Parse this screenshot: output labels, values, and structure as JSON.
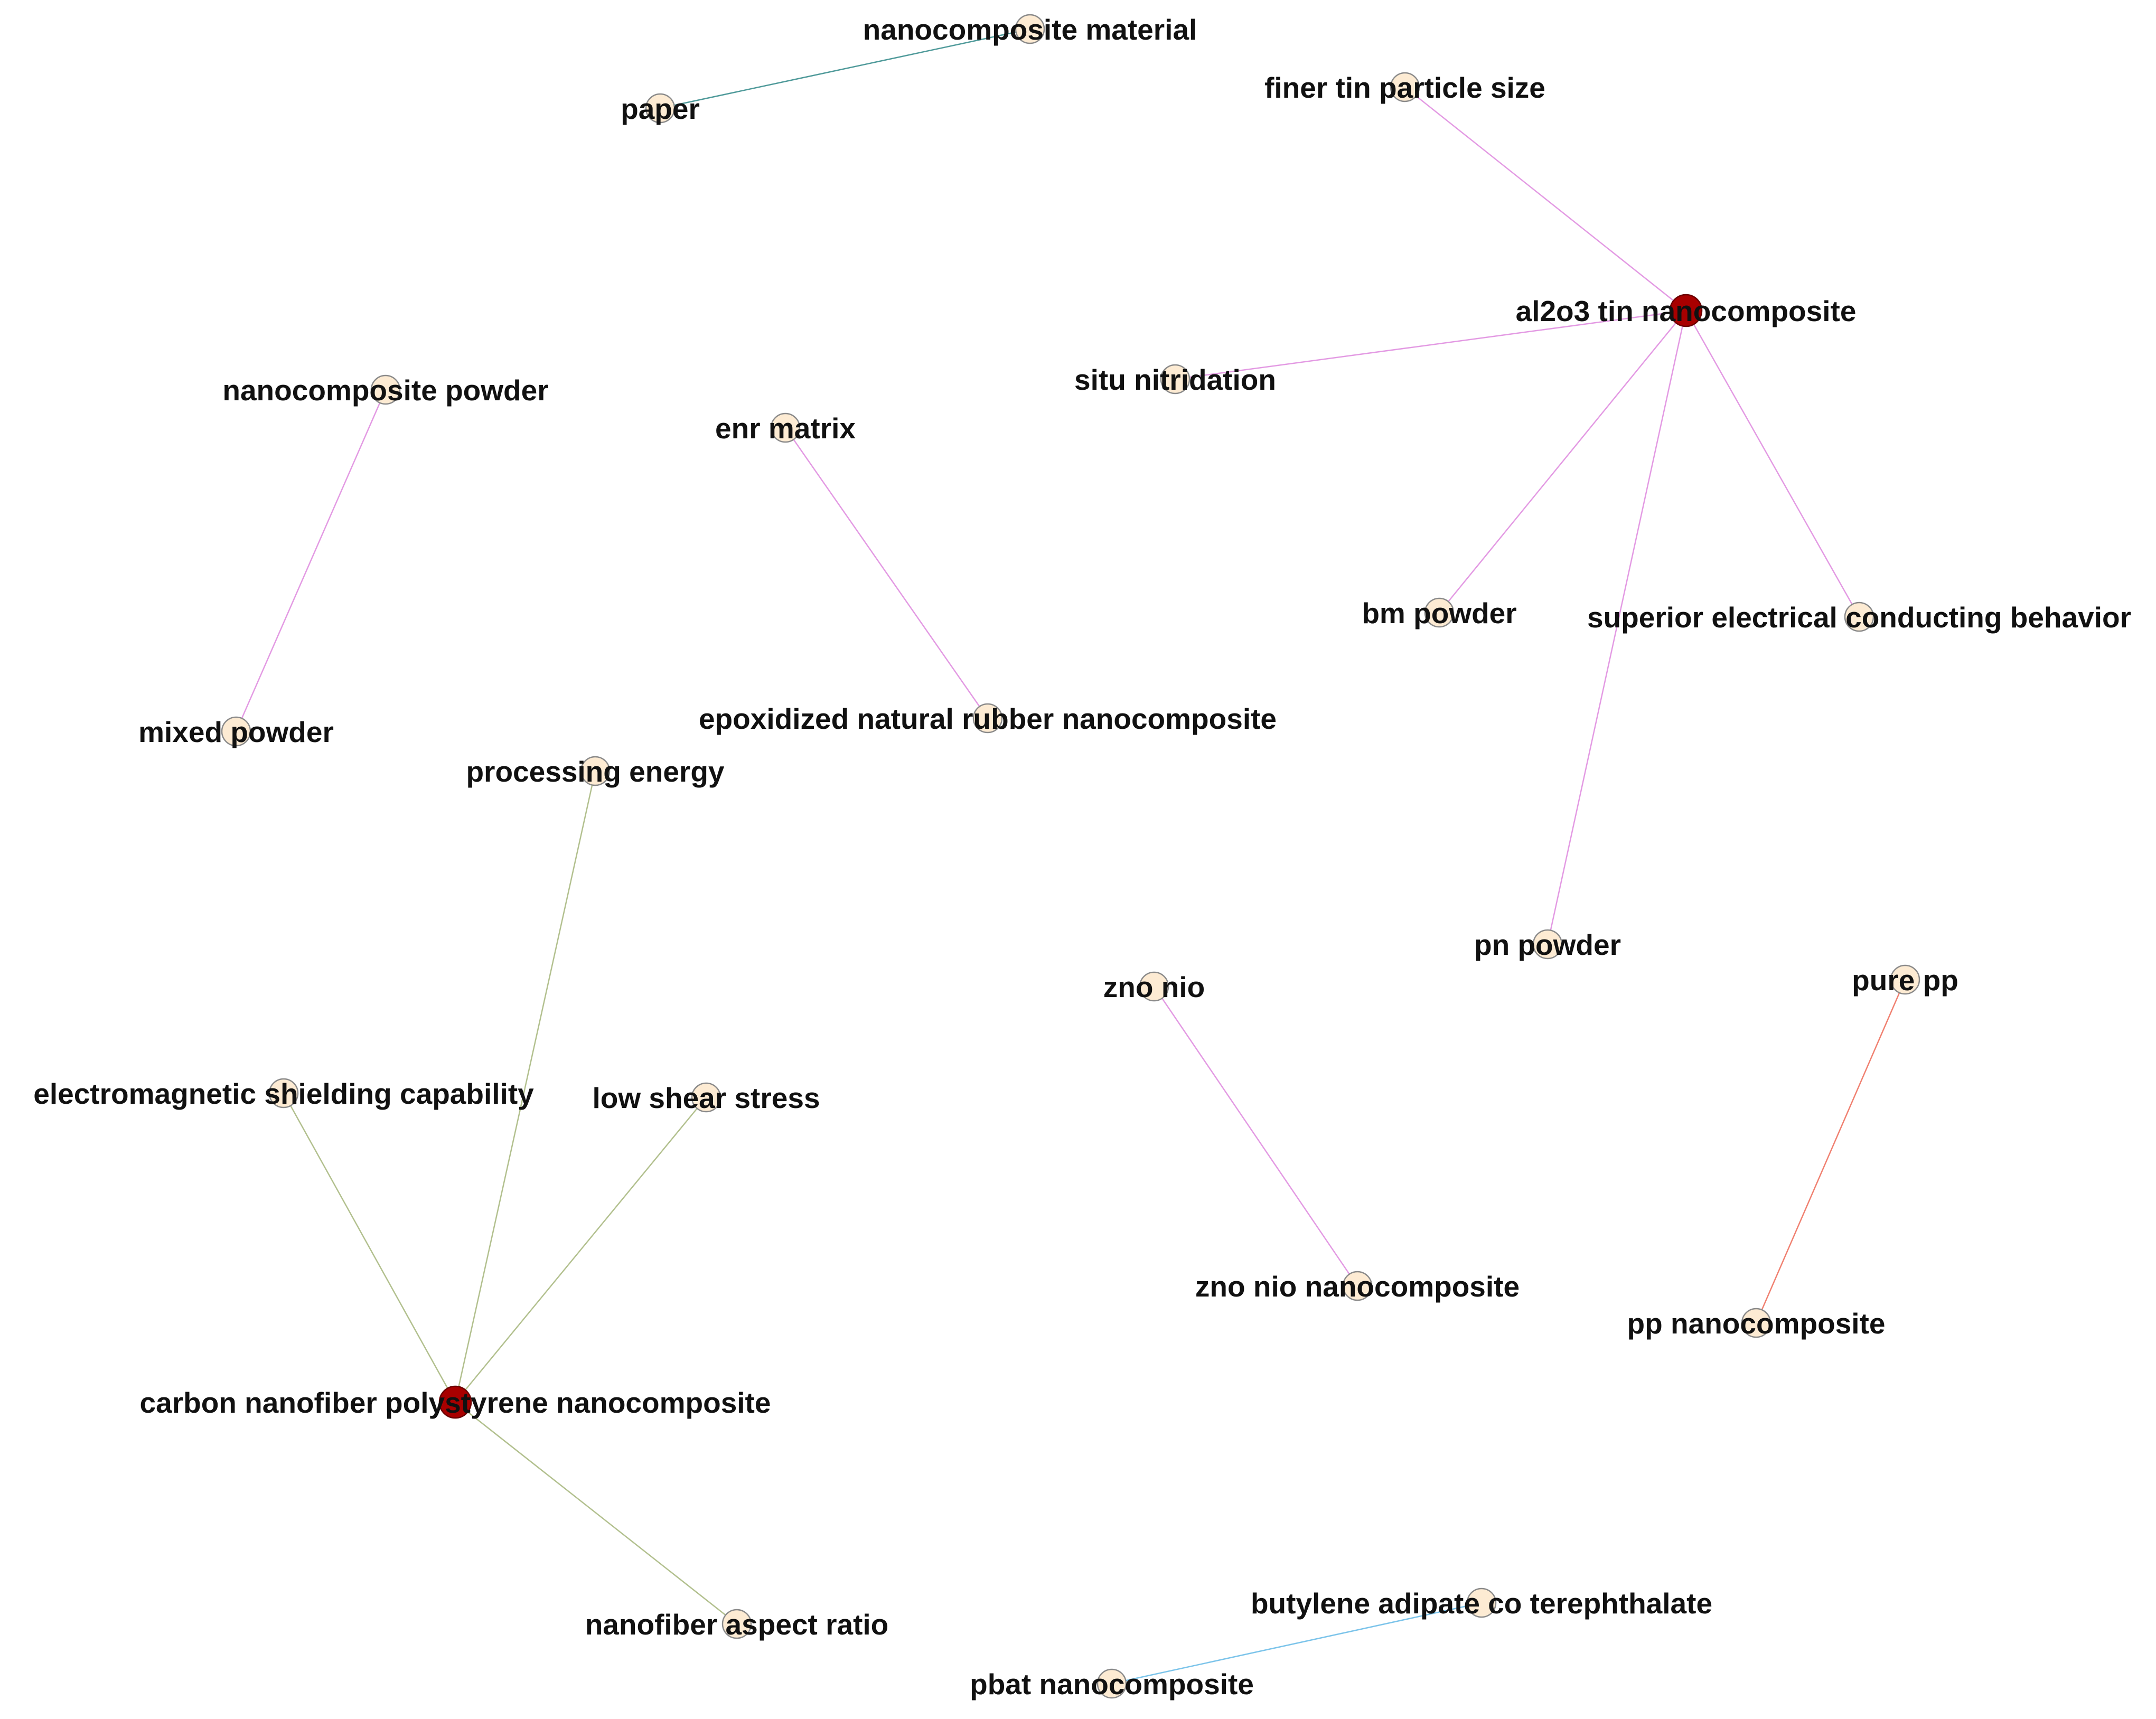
{
  "colors": {
    "background": "#ffffff",
    "node_default": "#fdebd3",
    "node_hub": "#a80000",
    "node_stroke": "#8a8a8a",
    "edge_teal": "#4f9a9a",
    "edge_magenta": "#e39ae3",
    "edge_olive": "#b2c08e",
    "edge_red": "#f08070",
    "edge_blue": "#7cc4ea"
  },
  "graph": {
    "nodes": [
      {
        "id": "nanocomposite_material",
        "label": "nanocomposite material",
        "type": "default"
      },
      {
        "id": "paper",
        "label": "paper",
        "type": "default"
      },
      {
        "id": "finer_tin_particle_size",
        "label": "finer tin particle size",
        "type": "default"
      },
      {
        "id": "al2o3_tin_nanocomposite",
        "label": "al2o3 tin nanocomposite",
        "type": "hub"
      },
      {
        "id": "situ_nitridation",
        "label": "situ nitridation",
        "type": "default"
      },
      {
        "id": "nanocomposite_powder",
        "label": "nanocomposite powder",
        "type": "default"
      },
      {
        "id": "enr_matrix",
        "label": "enr matrix",
        "type": "default"
      },
      {
        "id": "bm_powder",
        "label": "bm powder",
        "type": "default"
      },
      {
        "id": "superior_electrical_conducting_behavior",
        "label": "superior electrical conducting behavior",
        "type": "default"
      },
      {
        "id": "mixed_powder",
        "label": "mixed powder",
        "type": "default"
      },
      {
        "id": "epoxidized_natural_rubber_nanocomposite",
        "label": "epoxidized natural rubber nanocomposite",
        "type": "default"
      },
      {
        "id": "processing_energy",
        "label": "processing energy",
        "type": "default"
      },
      {
        "id": "pn_powder",
        "label": "pn powder",
        "type": "default"
      },
      {
        "id": "zno_nio",
        "label": "zno nio",
        "type": "default"
      },
      {
        "id": "pure_pp",
        "label": "pure pp",
        "type": "default"
      },
      {
        "id": "electromagnetic_shielding_capability",
        "label": "electromagnetic shielding capability",
        "type": "default"
      },
      {
        "id": "low_shear_stress",
        "label": "low shear stress",
        "type": "default"
      },
      {
        "id": "zno_nio_nanocomposite",
        "label": "zno nio nanocomposite",
        "type": "default"
      },
      {
        "id": "pp_nanocomposite",
        "label": "pp nanocomposite",
        "type": "default"
      },
      {
        "id": "carbon_nanofiber_polystyrene_nanocomposite",
        "label": "carbon nanofiber polystyrene nanocomposite",
        "type": "hub"
      },
      {
        "id": "butylene_adipate_co_terephthalate",
        "label": "butylene adipate co terephthalate",
        "type": "default"
      },
      {
        "id": "nanofiber_aspect_ratio",
        "label": "nanofiber aspect ratio",
        "type": "default"
      },
      {
        "id": "pbat_nanocomposite",
        "label": "pbat nanocomposite",
        "type": "default"
      }
    ],
    "edges": [
      {
        "source": "nanocomposite_material",
        "target": "paper",
        "color": "edge_teal"
      },
      {
        "source": "finer_tin_particle_size",
        "target": "al2o3_tin_nanocomposite",
        "color": "edge_magenta"
      },
      {
        "source": "al2o3_tin_nanocomposite",
        "target": "situ_nitridation",
        "color": "edge_magenta"
      },
      {
        "source": "al2o3_tin_nanocomposite",
        "target": "bm_powder",
        "color": "edge_magenta"
      },
      {
        "source": "al2o3_tin_nanocomposite",
        "target": "pn_powder",
        "color": "edge_magenta"
      },
      {
        "source": "al2o3_tin_nanocomposite",
        "target": "superior_electrical_conducting_behavior",
        "color": "edge_magenta"
      },
      {
        "source": "nanocomposite_powder",
        "target": "mixed_powder",
        "color": "edge_magenta"
      },
      {
        "source": "enr_matrix",
        "target": "epoxidized_natural_rubber_nanocomposite",
        "color": "edge_magenta"
      },
      {
        "source": "zno_nio",
        "target": "zno_nio_nanocomposite",
        "color": "edge_magenta"
      },
      {
        "source": "pure_pp",
        "target": "pp_nanocomposite",
        "color": "edge_red"
      },
      {
        "source": "processing_energy",
        "target": "carbon_nanofiber_polystyrene_nanocomposite",
        "color": "edge_olive"
      },
      {
        "source": "electromagnetic_shielding_capability",
        "target": "carbon_nanofiber_polystyrene_nanocomposite",
        "color": "edge_olive"
      },
      {
        "source": "low_shear_stress",
        "target": "carbon_nanofiber_polystyrene_nanocomposite",
        "color": "edge_olive"
      },
      {
        "source": "carbon_nanofiber_polystyrene_nanocomposite",
        "target": "nanofiber_aspect_ratio",
        "color": "edge_olive"
      },
      {
        "source": "butylene_adipate_co_terephthalate",
        "target": "pbat_nanocomposite",
        "color": "edge_blue"
      }
    ]
  }
}
